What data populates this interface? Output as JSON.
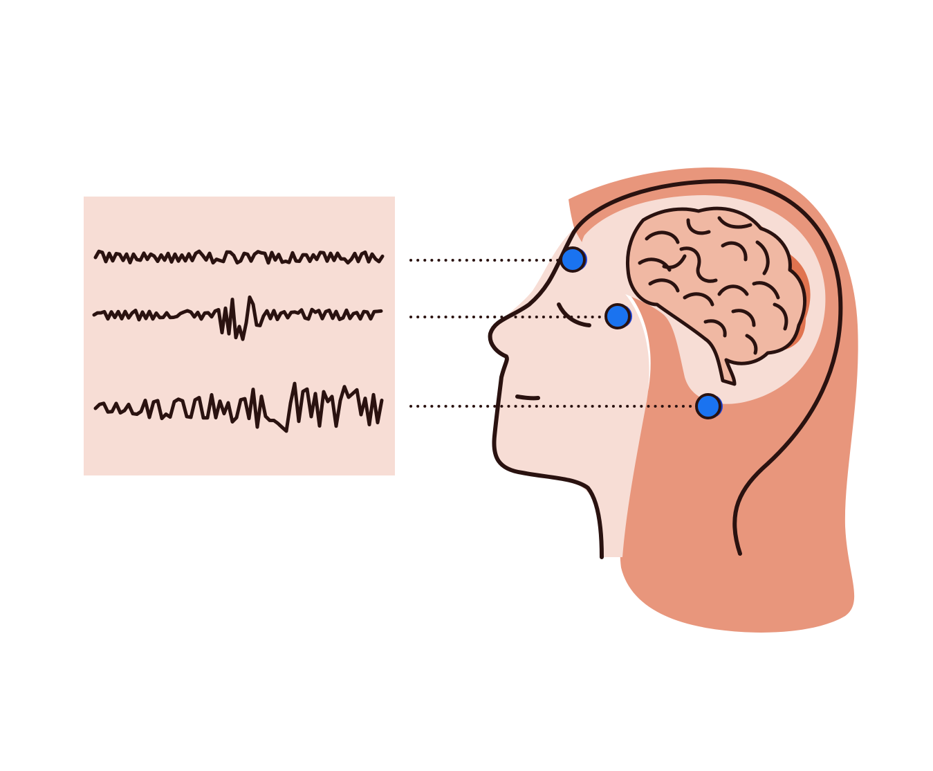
{
  "diagram": {
    "kind": "eeg-illustration",
    "colors": {
      "background": "#ffffff",
      "panel": "#f7ddd5",
      "outline": "#2a1210",
      "hair": "#e8967c",
      "skin": "#f7ddd5",
      "scalp_light": "#f2c8b9",
      "brain": "#f0b8a3",
      "brain_shadow": "#e0734f",
      "electrode": "#1a73f0",
      "electrode_shadow": "#1a3fd0"
    },
    "signals": [
      {
        "name": "baseline"
      },
      {
        "name": "spike-burst"
      },
      {
        "name": "high-amplitude"
      }
    ],
    "electrodes": [
      {
        "name": "forehead"
      },
      {
        "name": "temple"
      },
      {
        "name": "behind-ear"
      }
    ]
  }
}
